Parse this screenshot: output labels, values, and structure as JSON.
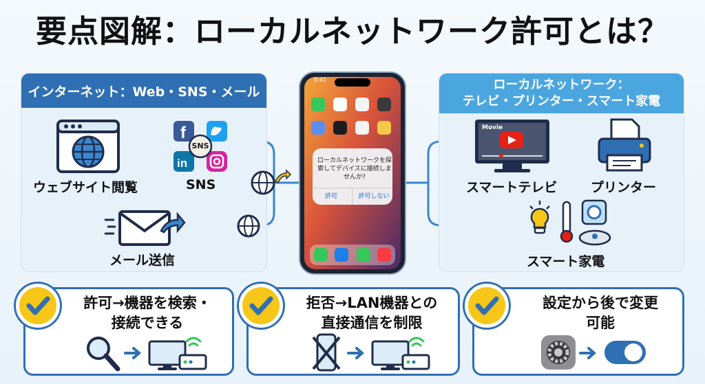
{
  "title": "要点図解：ローカルネットワーク許可とは？",
  "internet": {
    "header": "インターネット：Web・SNS・メール",
    "items": {
      "web": "ウェブサイト閲覧",
      "sns": "SNS",
      "sns_badge": "SNS",
      "mail": "メール送信"
    }
  },
  "local": {
    "header_line1": "ローカルネットワーク：",
    "header_line2": "テレビ・プリンター・スマート家電",
    "items": {
      "tv": "スマートテレビ",
      "tv_caption": "Movie",
      "printer": "プリンター",
      "appliance": "スマート家電"
    }
  },
  "phone": {
    "time": "9:41",
    "dialog_text": "ローカルネットワークを探索してデバイスに接続しませんか?",
    "allow": "許可",
    "deny": "許可しない"
  },
  "cards": {
    "allow": {
      "line1": "許可→機器を検索・",
      "line2": "接続できる"
    },
    "deny": {
      "line1": "拒否→LAN機器との",
      "line2": "直接通信を制限"
    },
    "settings": {
      "line1": "設定から後で変更",
      "line2": "可能"
    }
  },
  "colors": {
    "primary": "#2f6fb3",
    "accent_light": "#4ba6e0",
    "check": "#f6c619",
    "toggle": "#2f6fb3"
  },
  "icons": {
    "web": "globe-window-icon",
    "sns": "social-icons-cluster",
    "mail": "envelope-send-icon",
    "internet": "globe-icon",
    "tv": "television-icon",
    "printer": "printer-icon",
    "appliance": "smart-home-icon",
    "search": "magnifier-icon",
    "blocked": "crossed-phone-icon",
    "settings": "gear-icon",
    "toggle": "toggle-on-icon",
    "devices": "computer-and-router-icon"
  }
}
